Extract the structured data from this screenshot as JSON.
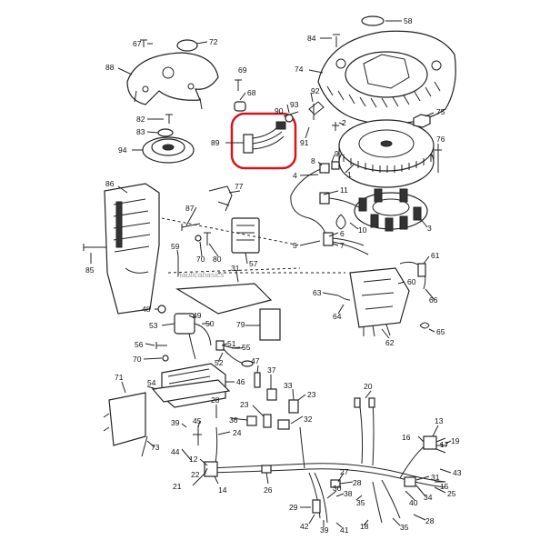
{
  "watermark": "nauticabasics",
  "highlight_color": "#d8141a",
  "callouts": [
    {
      "id": "c58",
      "text": "58"
    },
    {
      "id": "c67",
      "text": "67"
    },
    {
      "id": "c72",
      "text": "72"
    },
    {
      "id": "c84",
      "text": "84"
    },
    {
      "id": "c88",
      "text": "88"
    },
    {
      "id": "c74",
      "text": "74"
    },
    {
      "id": "c69",
      "text": "69"
    },
    {
      "id": "c68",
      "text": "68"
    },
    {
      "id": "c92",
      "text": "92"
    },
    {
      "id": "c93",
      "text": "93"
    },
    {
      "id": "c75",
      "text": "75"
    },
    {
      "id": "c82",
      "text": "82"
    },
    {
      "id": "c90",
      "text": "90"
    },
    {
      "id": "c2",
      "text": "2"
    },
    {
      "id": "c83",
      "text": "83"
    },
    {
      "id": "c89",
      "text": "89"
    },
    {
      "id": "c91",
      "text": "91"
    },
    {
      "id": "c76",
      "text": "76"
    },
    {
      "id": "c94",
      "text": "94"
    },
    {
      "id": "c9",
      "text": "9"
    },
    {
      "id": "c8",
      "text": "8"
    },
    {
      "id": "c1",
      "text": "1"
    },
    {
      "id": "c4",
      "text": "4"
    },
    {
      "id": "c86",
      "text": "86"
    },
    {
      "id": "c77",
      "text": "77"
    },
    {
      "id": "c11",
      "text": "11"
    },
    {
      "id": "c87",
      "text": "87"
    },
    {
      "id": "c3",
      "text": "3"
    },
    {
      "id": "c10",
      "text": "10"
    },
    {
      "id": "c6",
      "text": "6"
    },
    {
      "id": "c5",
      "text": "5"
    },
    {
      "id": "c7",
      "text": "7"
    },
    {
      "id": "c59",
      "text": "59"
    },
    {
      "id": "c70a",
      "text": "70"
    },
    {
      "id": "c80",
      "text": "80"
    },
    {
      "id": "c57",
      "text": "57"
    },
    {
      "id": "c61",
      "text": "61"
    },
    {
      "id": "c85",
      "text": "85"
    },
    {
      "id": "c31",
      "text": "31"
    },
    {
      "id": "c60",
      "text": "60"
    },
    {
      "id": "c63",
      "text": "63"
    },
    {
      "id": "c66",
      "text": "66"
    },
    {
      "id": "c48",
      "text": "48"
    },
    {
      "id": "c64",
      "text": "64"
    },
    {
      "id": "c53",
      "text": "53"
    },
    {
      "id": "c49",
      "text": "49"
    },
    {
      "id": "c50",
      "text": "50"
    },
    {
      "id": "c79",
      "text": "79"
    },
    {
      "id": "c65",
      "text": "65"
    },
    {
      "id": "c62",
      "text": "62"
    },
    {
      "id": "c56",
      "text": "56"
    },
    {
      "id": "c51",
      "text": "51"
    },
    {
      "id": "c55",
      "text": "55"
    },
    {
      "id": "c52",
      "text": "52"
    },
    {
      "id": "c70b",
      "text": "70"
    },
    {
      "id": "c47",
      "text": "47"
    },
    {
      "id": "c37",
      "text": "37"
    },
    {
      "id": "c46",
      "text": "46"
    },
    {
      "id": "c71",
      "text": "71"
    },
    {
      "id": "c54",
      "text": "54"
    },
    {
      "id": "c33",
      "text": "33"
    },
    {
      "id": "c23a",
      "text": "23"
    },
    {
      "id": "c20",
      "text": "20"
    },
    {
      "id": "c28a",
      "text": "28"
    },
    {
      "id": "c23b",
      "text": "23"
    },
    {
      "id": "c36",
      "text": "36"
    },
    {
      "id": "c32",
      "text": "32"
    },
    {
      "id": "c13",
      "text": "13"
    },
    {
      "id": "c39a",
      "text": "39"
    },
    {
      "id": "c45",
      "text": "45"
    },
    {
      "id": "c24",
      "text": "24"
    },
    {
      "id": "c16",
      "text": "16"
    },
    {
      "id": "c17",
      "text": "17"
    },
    {
      "id": "c19",
      "text": "19"
    },
    {
      "id": "c73",
      "text": "73"
    },
    {
      "id": "c44",
      "text": "44"
    },
    {
      "id": "c12",
      "text": "12"
    },
    {
      "id": "c43",
      "text": "43"
    },
    {
      "id": "c22",
      "text": "22"
    },
    {
      "id": "c27",
      "text": "27"
    },
    {
      "id": "c31b",
      "text": "31"
    },
    {
      "id": "c15",
      "text": "15"
    },
    {
      "id": "c21",
      "text": "21"
    },
    {
      "id": "c14",
      "text": "14"
    },
    {
      "id": "c26",
      "text": "26"
    },
    {
      "id": "c28b",
      "text": "28"
    },
    {
      "id": "c25",
      "text": "25"
    },
    {
      "id": "c30",
      "text": "30"
    },
    {
      "id": "c34",
      "text": "34"
    },
    {
      "id": "c38",
      "text": "38"
    },
    {
      "id": "c40",
      "text": "40"
    },
    {
      "id": "c29",
      "text": "29"
    },
    {
      "id": "c35",
      "text": "35"
    },
    {
      "id": "c42",
      "text": "42"
    },
    {
      "id": "c39b",
      "text": "39"
    },
    {
      "id": "c41",
      "text": "41"
    },
    {
      "id": "c18",
      "text": "18"
    },
    {
      "id": "c35b",
      "text": "35"
    },
    {
      "id": "c28c",
      "text": "28"
    }
  ]
}
